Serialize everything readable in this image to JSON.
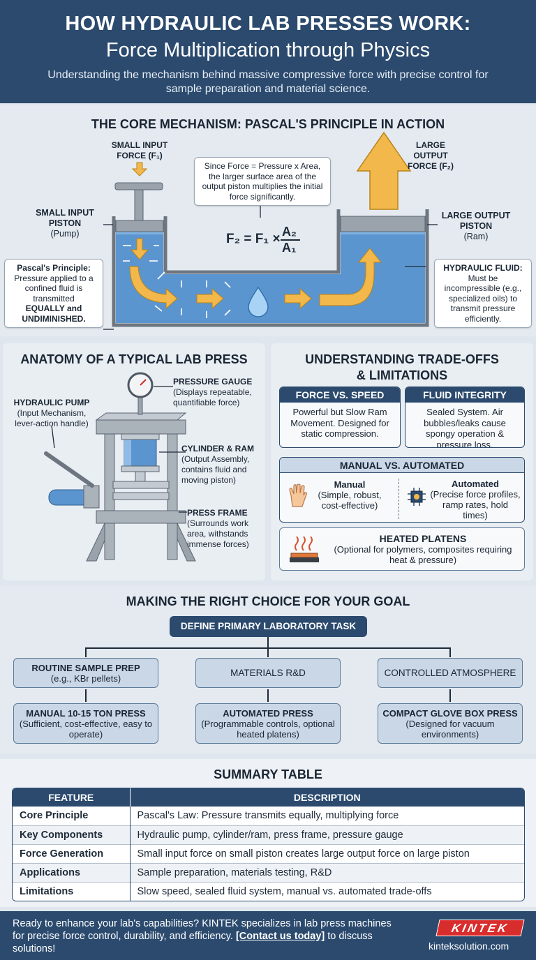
{
  "header": {
    "title_line1": "HOW HYDRAULIC LAB PRESSES WORK:",
    "title_line2": "Force Multiplication through Physics",
    "subtitle": "Understanding the mechanism behind massive compressive force with precise control for sample preparation and material science."
  },
  "mechanism": {
    "title": "THE CORE MECHANISM: PASCAL'S PRINCIPLE IN ACTION",
    "small_input_force": "SMALL INPUT FORCE (F₁)",
    "large_output_force": "LARGE OUTPUT FORCE (F₂)",
    "force_note": "Since Force = Pressure x Area, the larger surface area of the output piston multiplies the initial force significantly.",
    "formula_lhs": "F₂ = F₁ ×",
    "formula_num": "A₂",
    "formula_den": "A₁",
    "small_piston_title": "SMALL INPUT PISTON",
    "small_piston_sub": "(Pump)",
    "large_piston_title": "LARGE OUTPUT PISTON",
    "large_piston_sub": "(Ram)",
    "pascal_title": "Pascal's Principle:",
    "pascal_text": "Pressure applied to a confined fluid is transmitted",
    "pascal_bold": "EQUALLY and UNDIMINISHED.",
    "fluid_title": "HYDRAULIC FLUID:",
    "fluid_text": "Must be incompressible (e.g., specialized oils) to transmit pressure efficiently."
  },
  "anatomy": {
    "title": "ANATOMY OF A TYPICAL LAB PRESS",
    "pump_title": "HYDRAULIC PUMP",
    "pump_sub": "(Input Mechanism, lever-action handle)",
    "gauge_title": "PRESSURE GAUGE",
    "gauge_sub": "(Displays repeatable, quantifiable force)",
    "cylinder_title": "CYLINDER & RAM",
    "cylinder_sub": "(Output Assembly, contains fluid and moving piston)",
    "frame_title": "PRESS FRAME",
    "frame_sub": "(Surrounds work area, withstands immense forces)"
  },
  "tradeoffs": {
    "title_line1": "UNDERSTANDING TRADE-OFFS",
    "title_line2": "& LIMITATIONS",
    "force_speed": {
      "head": "FORCE VS. SPEED",
      "body": "Powerful but Slow Ram Movement. Designed for static compression."
    },
    "fluid_integrity": {
      "head": "FLUID INTEGRITY",
      "body": "Sealed System. Air bubbles/leaks cause spongy operation & pressure loss."
    },
    "manual_auto": {
      "head": "MANUAL VS. AUTOMATED",
      "manual_title": "Manual",
      "manual_sub": "(Simple, robust, cost-effective)",
      "auto_title": "Automated",
      "auto_sub": "(Precise force profiles, ramp rates, hold times)"
    },
    "heated": {
      "title": "HEATED PLATENS",
      "sub": "(Optional for polymers, composites requiring heat & pressure)"
    }
  },
  "choice": {
    "title": "MAKING THE RIGHT CHOICE FOR YOUR GOAL",
    "root": "DEFINE PRIMARY LABORATORY TASK",
    "branches": [
      {
        "task_title": "ROUTINE SAMPLE PREP",
        "task_sub": "(e.g., KBr pellets)",
        "rec_title": "MANUAL 10-15 TON PRESS",
        "rec_sub": "(Sufficient, cost-effective, easy to operate)"
      },
      {
        "task_title": "MATERIALS R&D",
        "task_sub": "",
        "rec_title": "AUTOMATED PRESS",
        "rec_sub": "(Programmable controls, optional heated platens)"
      },
      {
        "task_title": "CONTROLLED ATMOSPHERE",
        "task_sub": "",
        "rec_title": "COMPACT GLOVE BOX PRESS",
        "rec_sub": "(Designed for vacuum environments)"
      }
    ]
  },
  "summary": {
    "title": "SUMMARY TABLE",
    "headers": [
      "FEATURE",
      "DESCRIPTION"
    ],
    "rows": [
      [
        "Core Principle",
        "Pascal's Law: Pressure transmits equally, multiplying force"
      ],
      [
        "Key Components",
        "Hydraulic pump, cylinder/ram, press frame, pressure gauge"
      ],
      [
        "Force Generation",
        "Small input force on small piston creates large output force on large piston"
      ],
      [
        "Applications",
        "Sample preparation, materials testing, R&D"
      ],
      [
        "Limitations",
        "Slow speed, sealed fluid system, manual vs. automated trade-offs"
      ]
    ]
  },
  "footer": {
    "text_before": "Ready to enhance your lab's capabilities? KINTEK specializes in lab press machines for precise force control, durability, and efficiency.",
    "cta": "[Contact us today]",
    "text_after": "to discuss solutions!",
    "logo": "KINTEK",
    "site": "kinteksolution.com"
  },
  "colors": {
    "navy": "#2b4a6e",
    "fluid": "#5b95cf",
    "arrow": "#f2b84b",
    "logo_red": "#d92c2c"
  }
}
